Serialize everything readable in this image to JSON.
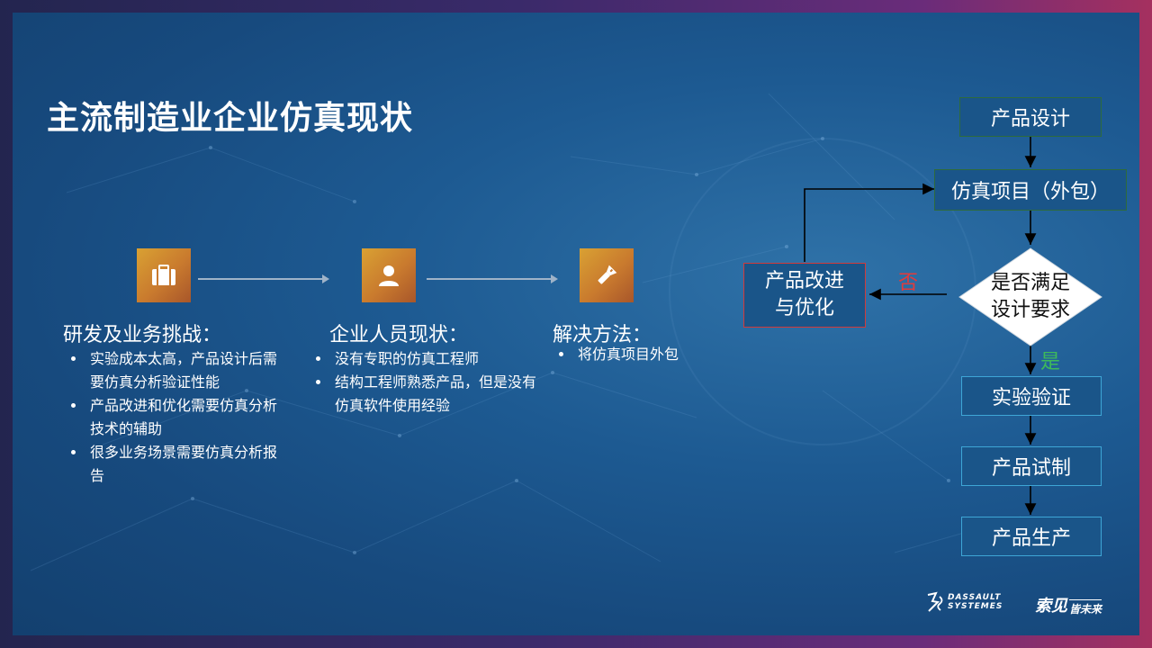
{
  "slide": {
    "title": "主流制造业企业仿真现状"
  },
  "columns": [
    {
      "icon": "briefcase-icon",
      "title": "研发及业务挑战：",
      "bullets": [
        "实验成本太高，产品设计后需要仿真分析验证性能",
        "产品改进和优化需要仿真分析技术的辅助",
        "很多业务场景需要仿真分析报告"
      ]
    },
    {
      "icon": "user-icon",
      "title": "企业人员现状：",
      "bullets": [
        "没有专职的仿真工程师",
        "结构工程师熟悉产品，但是没有仿真软件使用经验"
      ]
    },
    {
      "icon": "flashlight-icon",
      "title": "解决方法：",
      "bullets": [
        "将仿真项目外包"
      ]
    }
  ],
  "flow": {
    "design": "产品设计",
    "sim": "仿真项目（外包）",
    "decision_line1": "是否满足",
    "decision_line2": "设计要求",
    "improve_line1": "产品改进",
    "improve_line2": "与优化",
    "no_label": "否",
    "yes_label": "是",
    "test": "实验验证",
    "trial": "产品试制",
    "produce": "产品生产"
  },
  "branding": {
    "dassault_line1": "DASSAULT",
    "dassault_line2": "SYSTEMES",
    "tagline_main": "索见",
    "tagline_sub": "皆未来"
  },
  "colors": {
    "icon_gradient_start": "#d9a133",
    "icon_gradient_end": "#a8562a",
    "no_color": "#e23b3b",
    "yes_color": "#3dba5a",
    "box_border_cyan": "#3ea6d6",
    "box_border_green": "#2e6b3c",
    "box_border_red": "#d13a3a"
  }
}
